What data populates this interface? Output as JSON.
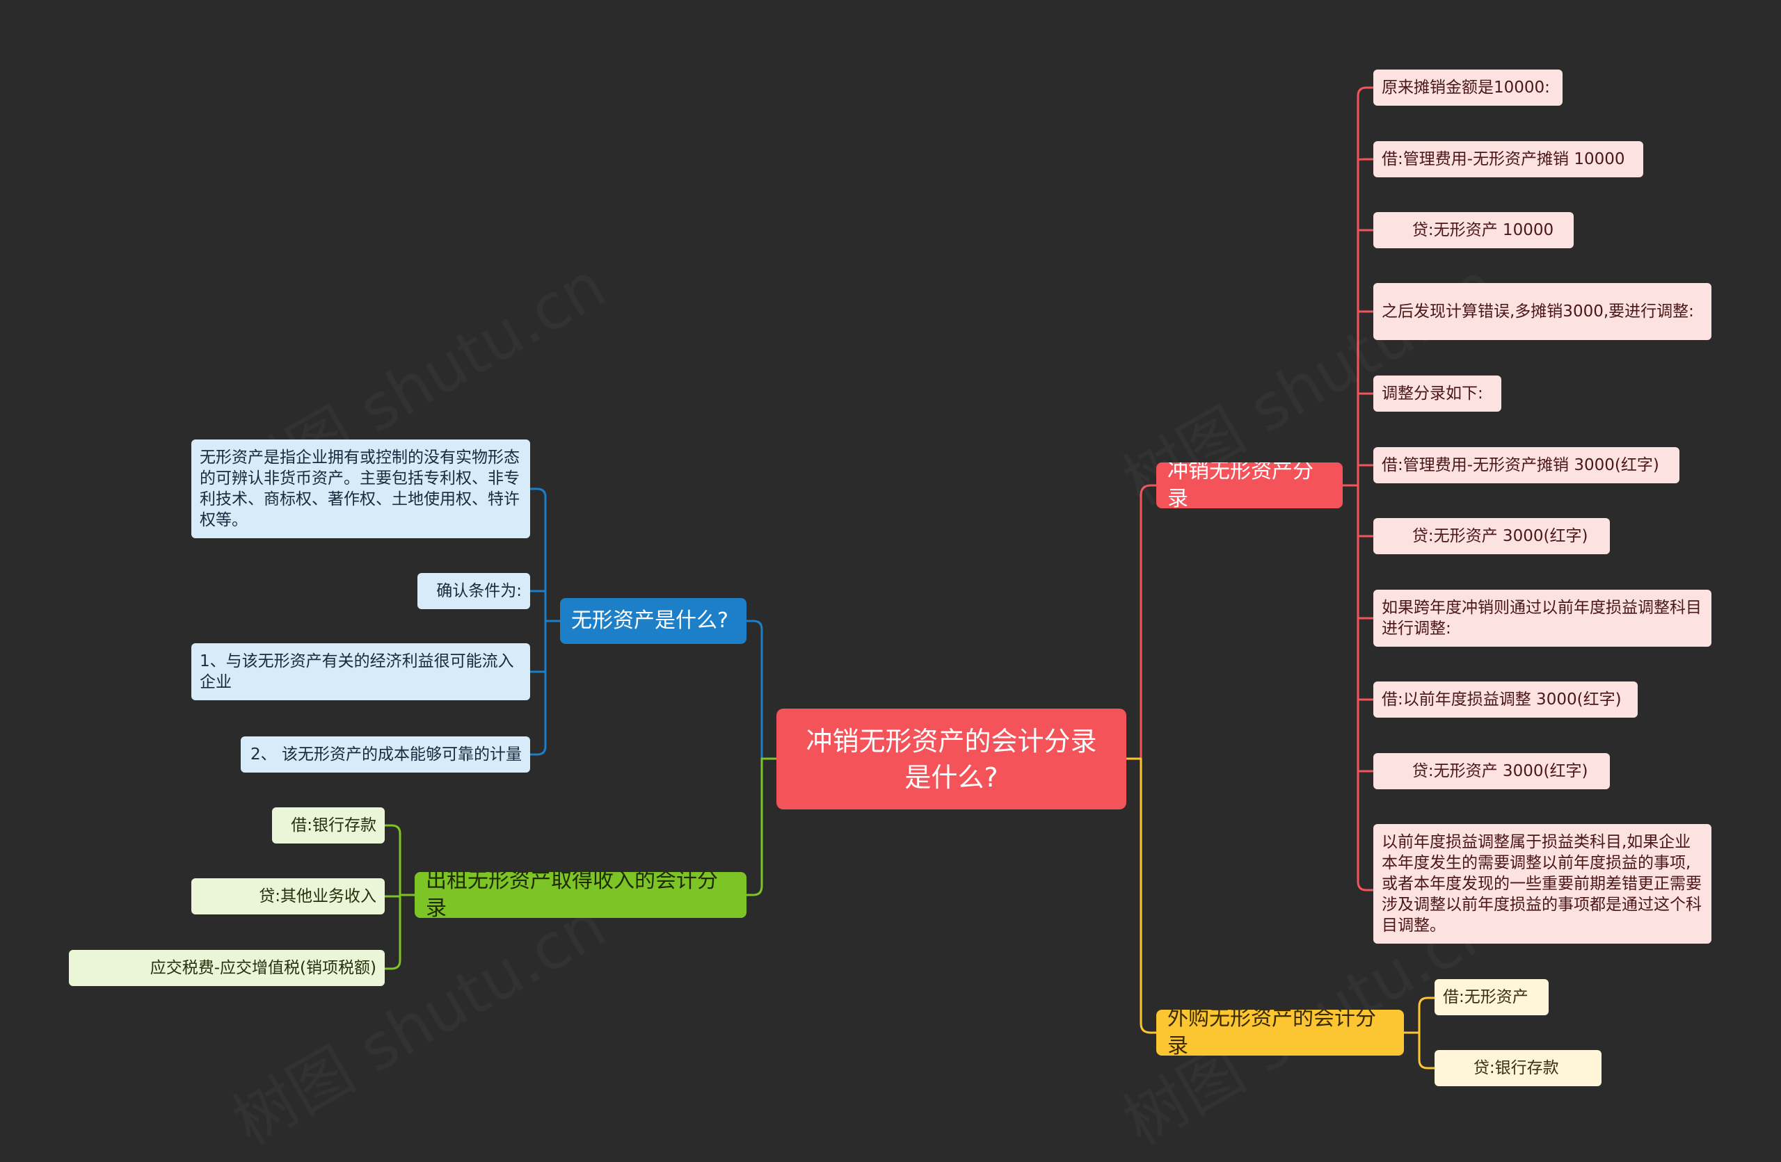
{
  "central": "冲销无形资产的会计分录\n是什么?",
  "branches": {
    "red": {
      "label": "冲销无形资产分录",
      "color": "#f5535a",
      "children": [
        "原来摊销金额是10000:",
        "借:管理费用-无形资产摊销 10000",
        "      贷:无形资产 10000",
        "之后发现计算错误,多摊销3000,要进行调整:",
        "调整分录如下:",
        "借:管理费用-无形资产摊销 3000(红字)",
        "      贷:无形资产 3000(红字)",
        "如果跨年度冲销则通过以前年度损益调整科目进行调整:",
        "借:以前年度损益调整 3000(红字)",
        "      贷:无形资产 3000(红字)",
        "以前年度损益调整属于损益类科目,如果企业本年度发生的需要调整以前年度损益的事项,或者本年度发现的一些重要前期差错更正需要涉及调整以前年度损益的事项都是通过这个科目调整。"
      ]
    },
    "yellow": {
      "label": "外购无形资产的会计分录",
      "color": "#fcc532",
      "children": [
        "借:无形资产",
        "      贷:银行存款"
      ]
    },
    "blue": {
      "label": "无形资产是什么?",
      "color": "#1d7fc7",
      "children": [
        "无形资产是指企业拥有或控制的没有实物形态的可辨认非货币资产。主要包括专利权、非专利技术、商标权、著作权、土地使用权、特许权等。",
        "确认条件为:",
        "1、与该无形资产有关的经济利益很可能流入企业",
        "2、 该无形资产的成本能够可靠的计量"
      ]
    },
    "green": {
      "label": "出租无形资产取得收入的会计分录",
      "color": "#7dc427",
      "children": [
        "借:银行存款",
        "      贷:其他业务收入",
        "           应交税费-应交增值税(销项税额)"
      ]
    }
  },
  "watermark": "树图 shutu.cn"
}
